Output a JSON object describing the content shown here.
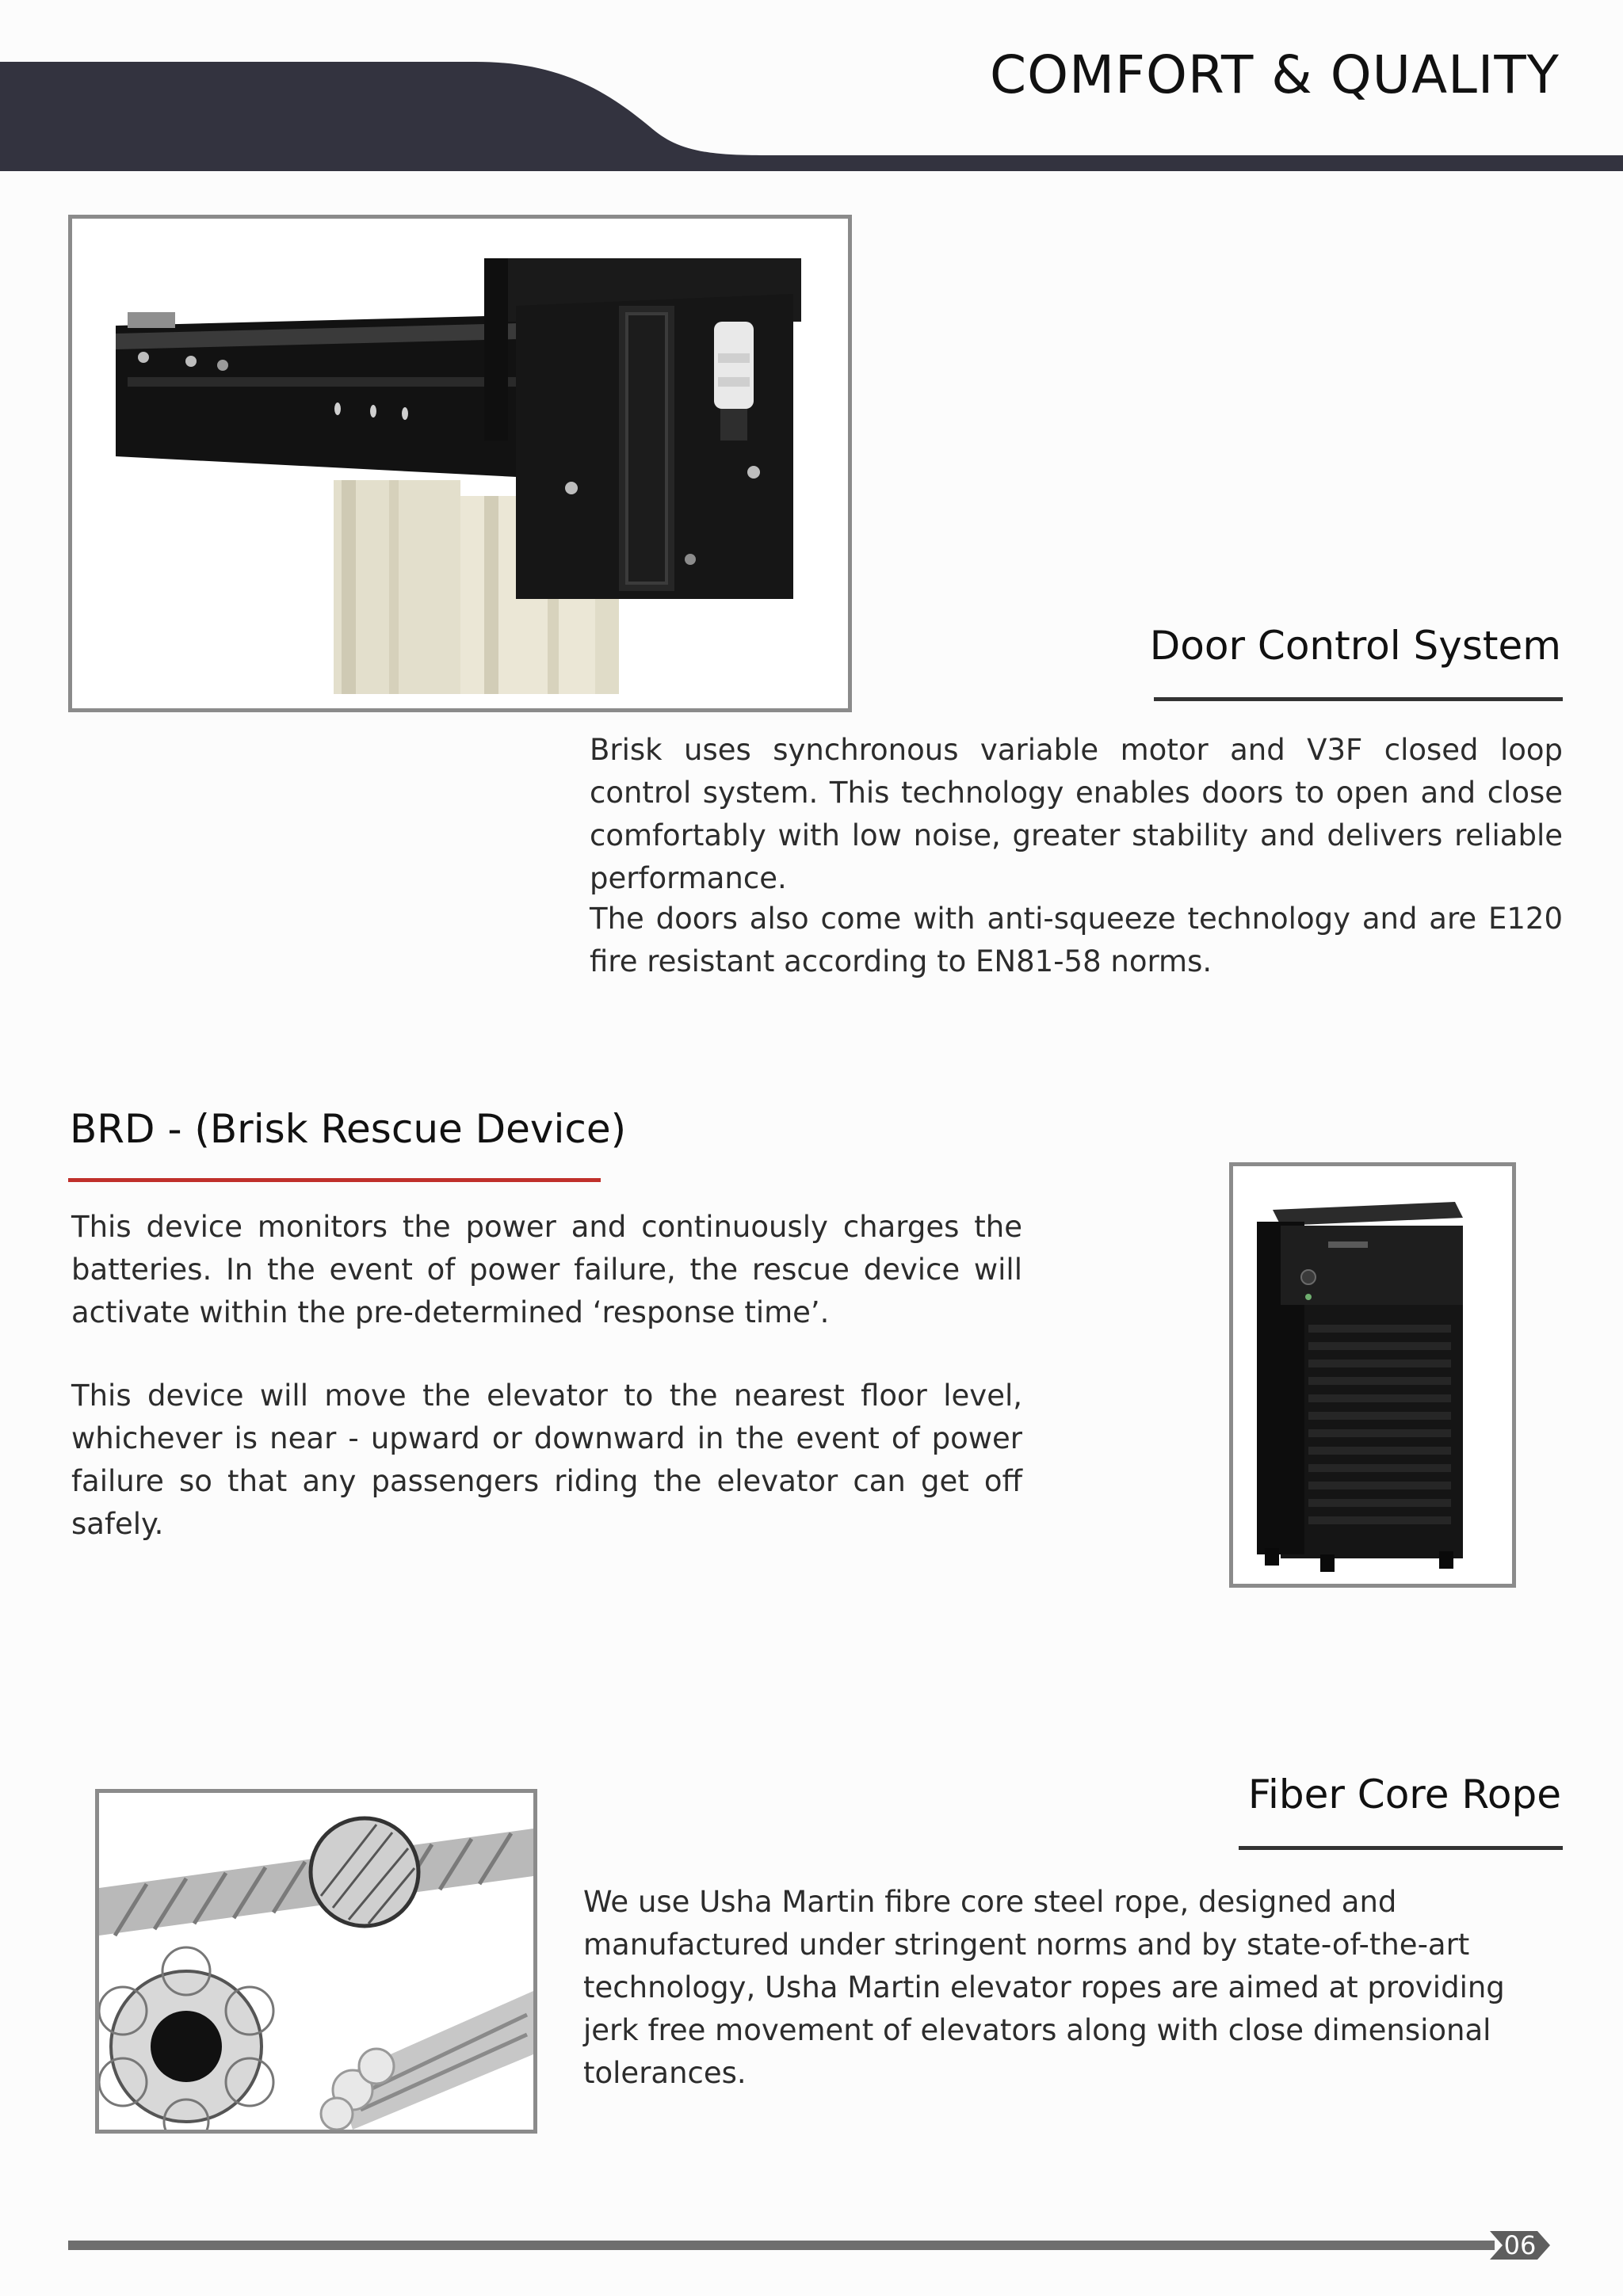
{
  "header": {
    "title": "COMFORT & QUALITY",
    "band_color": "#33333f"
  },
  "sections": {
    "door": {
      "heading": "Door Control System",
      "rule_color": "#333333",
      "paragraphs": [
        "Brisk uses synchronous variable motor and V3F closed loop control system. This technology enables doors to open and close comfortably with low noise, greater stability and delivers reliable performance.",
        "The doors also come with anti-squeeze technology and are E120 fire resistant according to EN81-58 norms."
      ]
    },
    "brd": {
      "heading": "BRD - (Brisk Rescue Device)",
      "rule_color": "#c0302b",
      "paragraphs": [
        "This device monitors the power and continuously charges the batteries. In the event of power failure, the rescue device will activate within the pre-determined ‘response time’.",
        "This device will move the elevator to the nearest floor level, whichever is near - upward or downward in the event of power failure so that any passengers riding the elevator can get off safely."
      ]
    },
    "rope": {
      "heading": "Fiber Core Rope",
      "rule_color": "#333333",
      "paragraphs": [
        "We use Usha Martin fibre core steel rope, designed and manufactured under stringent norms and by state-of-the-art technology, Usha Martin elevator ropes are aimed at providing jerk free movement of elevators along with close dimensional tolerances."
      ]
    }
  },
  "footer": {
    "page_number": "06",
    "bar_color": "#6e6e6e"
  },
  "images": {
    "door_operator": "door-operator-image",
    "rescue_device": "rescue-device-image",
    "wire_rope": "wire-rope-image"
  }
}
